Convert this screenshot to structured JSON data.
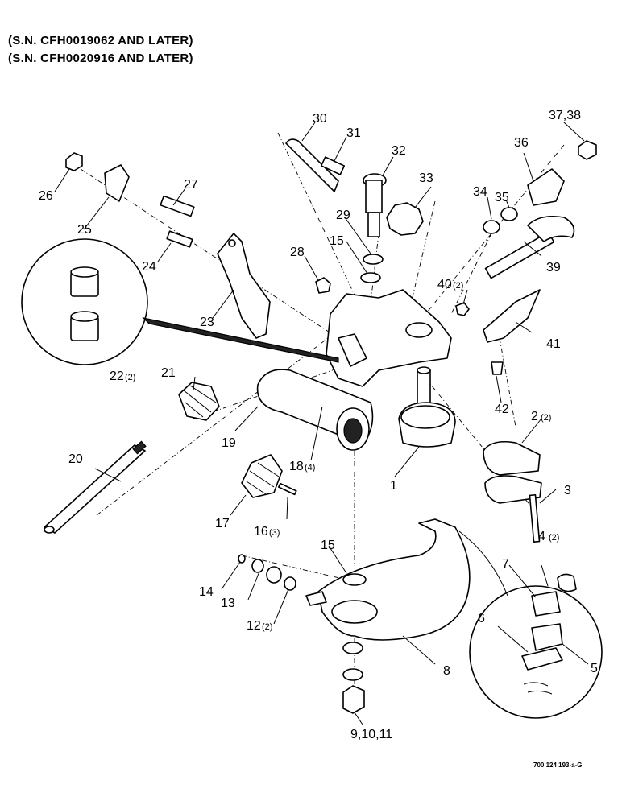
{
  "header": {
    "line1": "(S.N. CFH0019062 AND LATER)",
    "line2": "(S.N. CFH0020916 AND LATER)"
  },
  "footer": {
    "drawing_code": "700 124 193-a-G"
  },
  "callouts": [
    {
      "num": "1",
      "qty": ""
    },
    {
      "num": "2",
      "qty": "(2)"
    },
    {
      "num": "3",
      "qty": ""
    },
    {
      "num": "4",
      "qty": "(2)"
    },
    {
      "num": "5",
      "qty": ""
    },
    {
      "num": "6",
      "qty": ""
    },
    {
      "num": "7",
      "qty": ""
    },
    {
      "num": "8",
      "qty": ""
    },
    {
      "num": "9,10,11",
      "qty": ""
    },
    {
      "num": "12",
      "qty": "(2)"
    },
    {
      "num": "13",
      "qty": ""
    },
    {
      "num": "14",
      "qty": ""
    },
    {
      "num": "15",
      "qty": ""
    },
    {
      "num": "15",
      "qty": ""
    },
    {
      "num": "16",
      "qty": "(3)"
    },
    {
      "num": "17",
      "qty": ""
    },
    {
      "num": "18",
      "qty": "(4)"
    },
    {
      "num": "19",
      "qty": ""
    },
    {
      "num": "20",
      "qty": ""
    },
    {
      "num": "21",
      "qty": ""
    },
    {
      "num": "22",
      "qty": "(2)"
    },
    {
      "num": "23",
      "qty": ""
    },
    {
      "num": "24",
      "qty": ""
    },
    {
      "num": "25",
      "qty": ""
    },
    {
      "num": "26",
      "qty": ""
    },
    {
      "num": "27",
      "qty": ""
    },
    {
      "num": "28",
      "qty": ""
    },
    {
      "num": "29",
      "qty": ""
    },
    {
      "num": "30",
      "qty": ""
    },
    {
      "num": "31",
      "qty": ""
    },
    {
      "num": "32",
      "qty": ""
    },
    {
      "num": "33",
      "qty": ""
    },
    {
      "num": "34",
      "qty": ""
    },
    {
      "num": "35",
      "qty": ""
    },
    {
      "num": "36",
      "qty": ""
    },
    {
      "num": "37,38",
      "qty": ""
    },
    {
      "num": "39",
      "qty": ""
    },
    {
      "num": "40",
      "qty": "(2)"
    },
    {
      "num": "41",
      "qty": ""
    },
    {
      "num": "42",
      "qty": ""
    }
  ]
}
